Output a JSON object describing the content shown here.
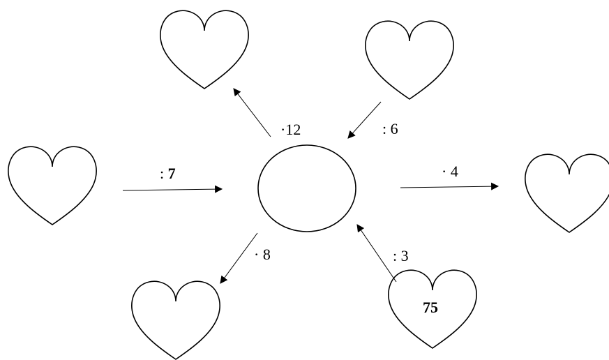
{
  "colors": {
    "stroke": "#000000",
    "background": "#ffffff"
  },
  "operations": {
    "top_left": "·12",
    "top_right": ": 6",
    "left_prefix": ": ",
    "left_value": "7",
    "right": "· 4",
    "bottom_left": "· 8",
    "bottom_right": ": 3"
  },
  "hearts": {
    "top_left": "",
    "top_right": "",
    "left": "",
    "right": "",
    "bottom_left": "",
    "bottom_right": "75"
  },
  "center": ""
}
